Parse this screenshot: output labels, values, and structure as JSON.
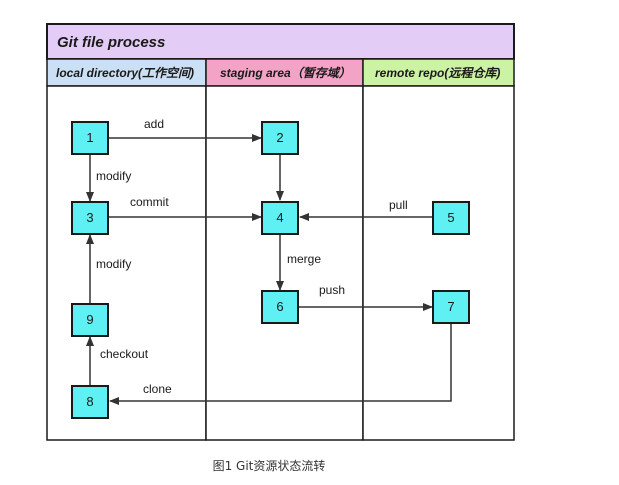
{
  "title": "Git file process",
  "lanes": [
    {
      "id": "local",
      "label": "local directory(工作空间)",
      "color": "#cce0f5"
    },
    {
      "id": "staging",
      "label": "staging area（暂存域）",
      "color": "#f2a3c6"
    },
    {
      "id": "remote",
      "label": "remote repo(远程仓库)",
      "color": "#ccf2a3"
    }
  ],
  "title_color": "#e3ccf5",
  "box_color": "#5ff0f4",
  "nodes": [
    {
      "id": "n1",
      "label": "1"
    },
    {
      "id": "n2",
      "label": "2"
    },
    {
      "id": "n3",
      "label": "3"
    },
    {
      "id": "n4",
      "label": "4"
    },
    {
      "id": "n5",
      "label": "5"
    },
    {
      "id": "n6",
      "label": "6"
    },
    {
      "id": "n7",
      "label": "7"
    },
    {
      "id": "n8",
      "label": "8"
    },
    {
      "id": "n9",
      "label": "9"
    }
  ],
  "edges": [
    {
      "from": "1",
      "to": "2",
      "label": "add"
    },
    {
      "from": "1",
      "to": "3",
      "label": "modify"
    },
    {
      "from": "3",
      "to": "4",
      "label": "commit"
    },
    {
      "from": "2",
      "to": "4",
      "label": ""
    },
    {
      "from": "5",
      "to": "4",
      "label": "pull"
    },
    {
      "from": "4",
      "to": "6",
      "label": "merge"
    },
    {
      "from": "6",
      "to": "7",
      "label": "push"
    },
    {
      "from": "9",
      "to": "3",
      "label": "modify"
    },
    {
      "from": "8",
      "to": "9",
      "label": "checkout"
    },
    {
      "from": "7",
      "to": "8",
      "label": "clone"
    }
  ],
  "caption": "图1 Git资源状态流转"
}
